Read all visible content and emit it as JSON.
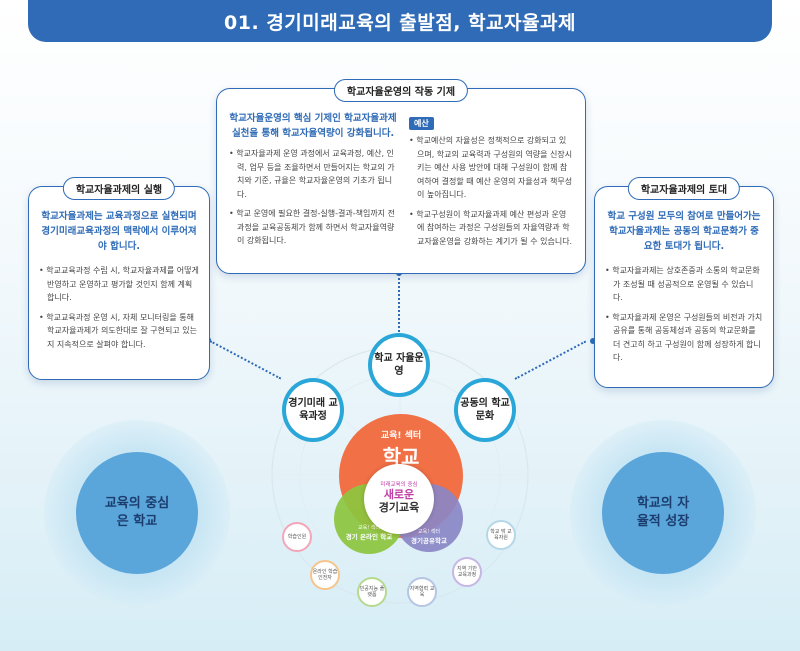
{
  "header": {
    "title": "01. 경기미래교육의 출발점, 학교자율과제"
  },
  "center_card": {
    "title": "학교자율운영의 작동 기제",
    "lead": "학교자율운영의 핵심 기제인 학교자율과제 실천을 통해 학교자율역량이 강화됩니다.",
    "bullets": [
      "학교자율과제 운영 과정에서 교육과정, 예산, 인력, 업무 등을 조율하면서 만들어지는 학교의 가치와 기준, 규율은 학교자율운영의 기초가 됩니다.",
      "학교 운영에 필요한 결정-실행-결과-책임까지 전 과정을 교육공동체가 함께 하면서 학교자율역량이 강화됩니다."
    ],
    "tag": "예산",
    "bullets_right": [
      "학교예산의 자율성은 정책적으로 강화되고 있으며, 학교의 교육력과 구성원의 역량을 신장시키는 예산 사용 방안에 대해 구성원이 함께 참여하여 결정할 때 예산 운영의 자율성과 책무성이 높아집니다.",
      "학교구성원이 학교자율과제 예산 편성과 운영에 참여하는 과정은 구성원들의 자율역량과 학교자율운영을 강화하는 계기가 될 수 있습니다."
    ]
  },
  "left_card": {
    "title": "학교자율과제의 실행",
    "lead": "학교자율과제는 교육과정으로 실현되며 경기미래교육과정의 맥락에서 이루어져야 합니다.",
    "bullets": [
      "학교교육과정 수립 시, 학교자율과제를 어떻게 반영하고 운영하고 평가할 것인지 함께 계획합니다.",
      "학교교육과정 운영 시, 자체 모니터링을 통해 학교자율과제가 의도한대로 잘 구현되고 있는지 지속적으로 살펴야 합니다."
    ]
  },
  "right_card": {
    "title": "학교자율과제의 토대",
    "lead": "학교 구성원 모두의 참여로 만들어가는 학교자율과제는 공동의 학교문화가 중요한 토대가 됩니다.",
    "bullets": [
      "학교자율과제는 상호존중과 소통의 학교문화가 조성될 때 성공적으로 운영될 수 있습니다.",
      "학교자율과제 운영은 구성원들의 비전과 가치 공유를 통해 공동체성과 공동의 학교문화를 더 견고히 하고 구성원이 함께 성장하게 합니다."
    ]
  },
  "side_circles": {
    "left": "교육의 중심은 학교",
    "right": "학교의 자율적 성장"
  },
  "nodes": {
    "top": "학교 자율운영",
    "left": "경기미래 교육과정",
    "right": "공동의 학교문화"
  },
  "center": {
    "orange_sub": "교육! 섹터",
    "orange_main": "학교",
    "inner_sub": "미래교육의 중심",
    "inner_main1": "새로운",
    "inner_main2": "경기교육",
    "green_small": "교육! 섹터",
    "green_label": "경기 온라인 학교",
    "purple_small": "교육! 섹터",
    "purple_label": "경기공유학교"
  },
  "small_nodes": [
    "학습인원",
    "온라인 학습인전자",
    "민공지능 플랫폼",
    "지역협력 교육",
    "지역 기반 교육과정",
    "학교 밖 교육자원"
  ],
  "colors": {
    "accent": "#2f6bb6",
    "orange": "#f26a3d",
    "green": "#8cc63f",
    "purple": "#8b87c6",
    "teal": "#2aa7d8"
  }
}
